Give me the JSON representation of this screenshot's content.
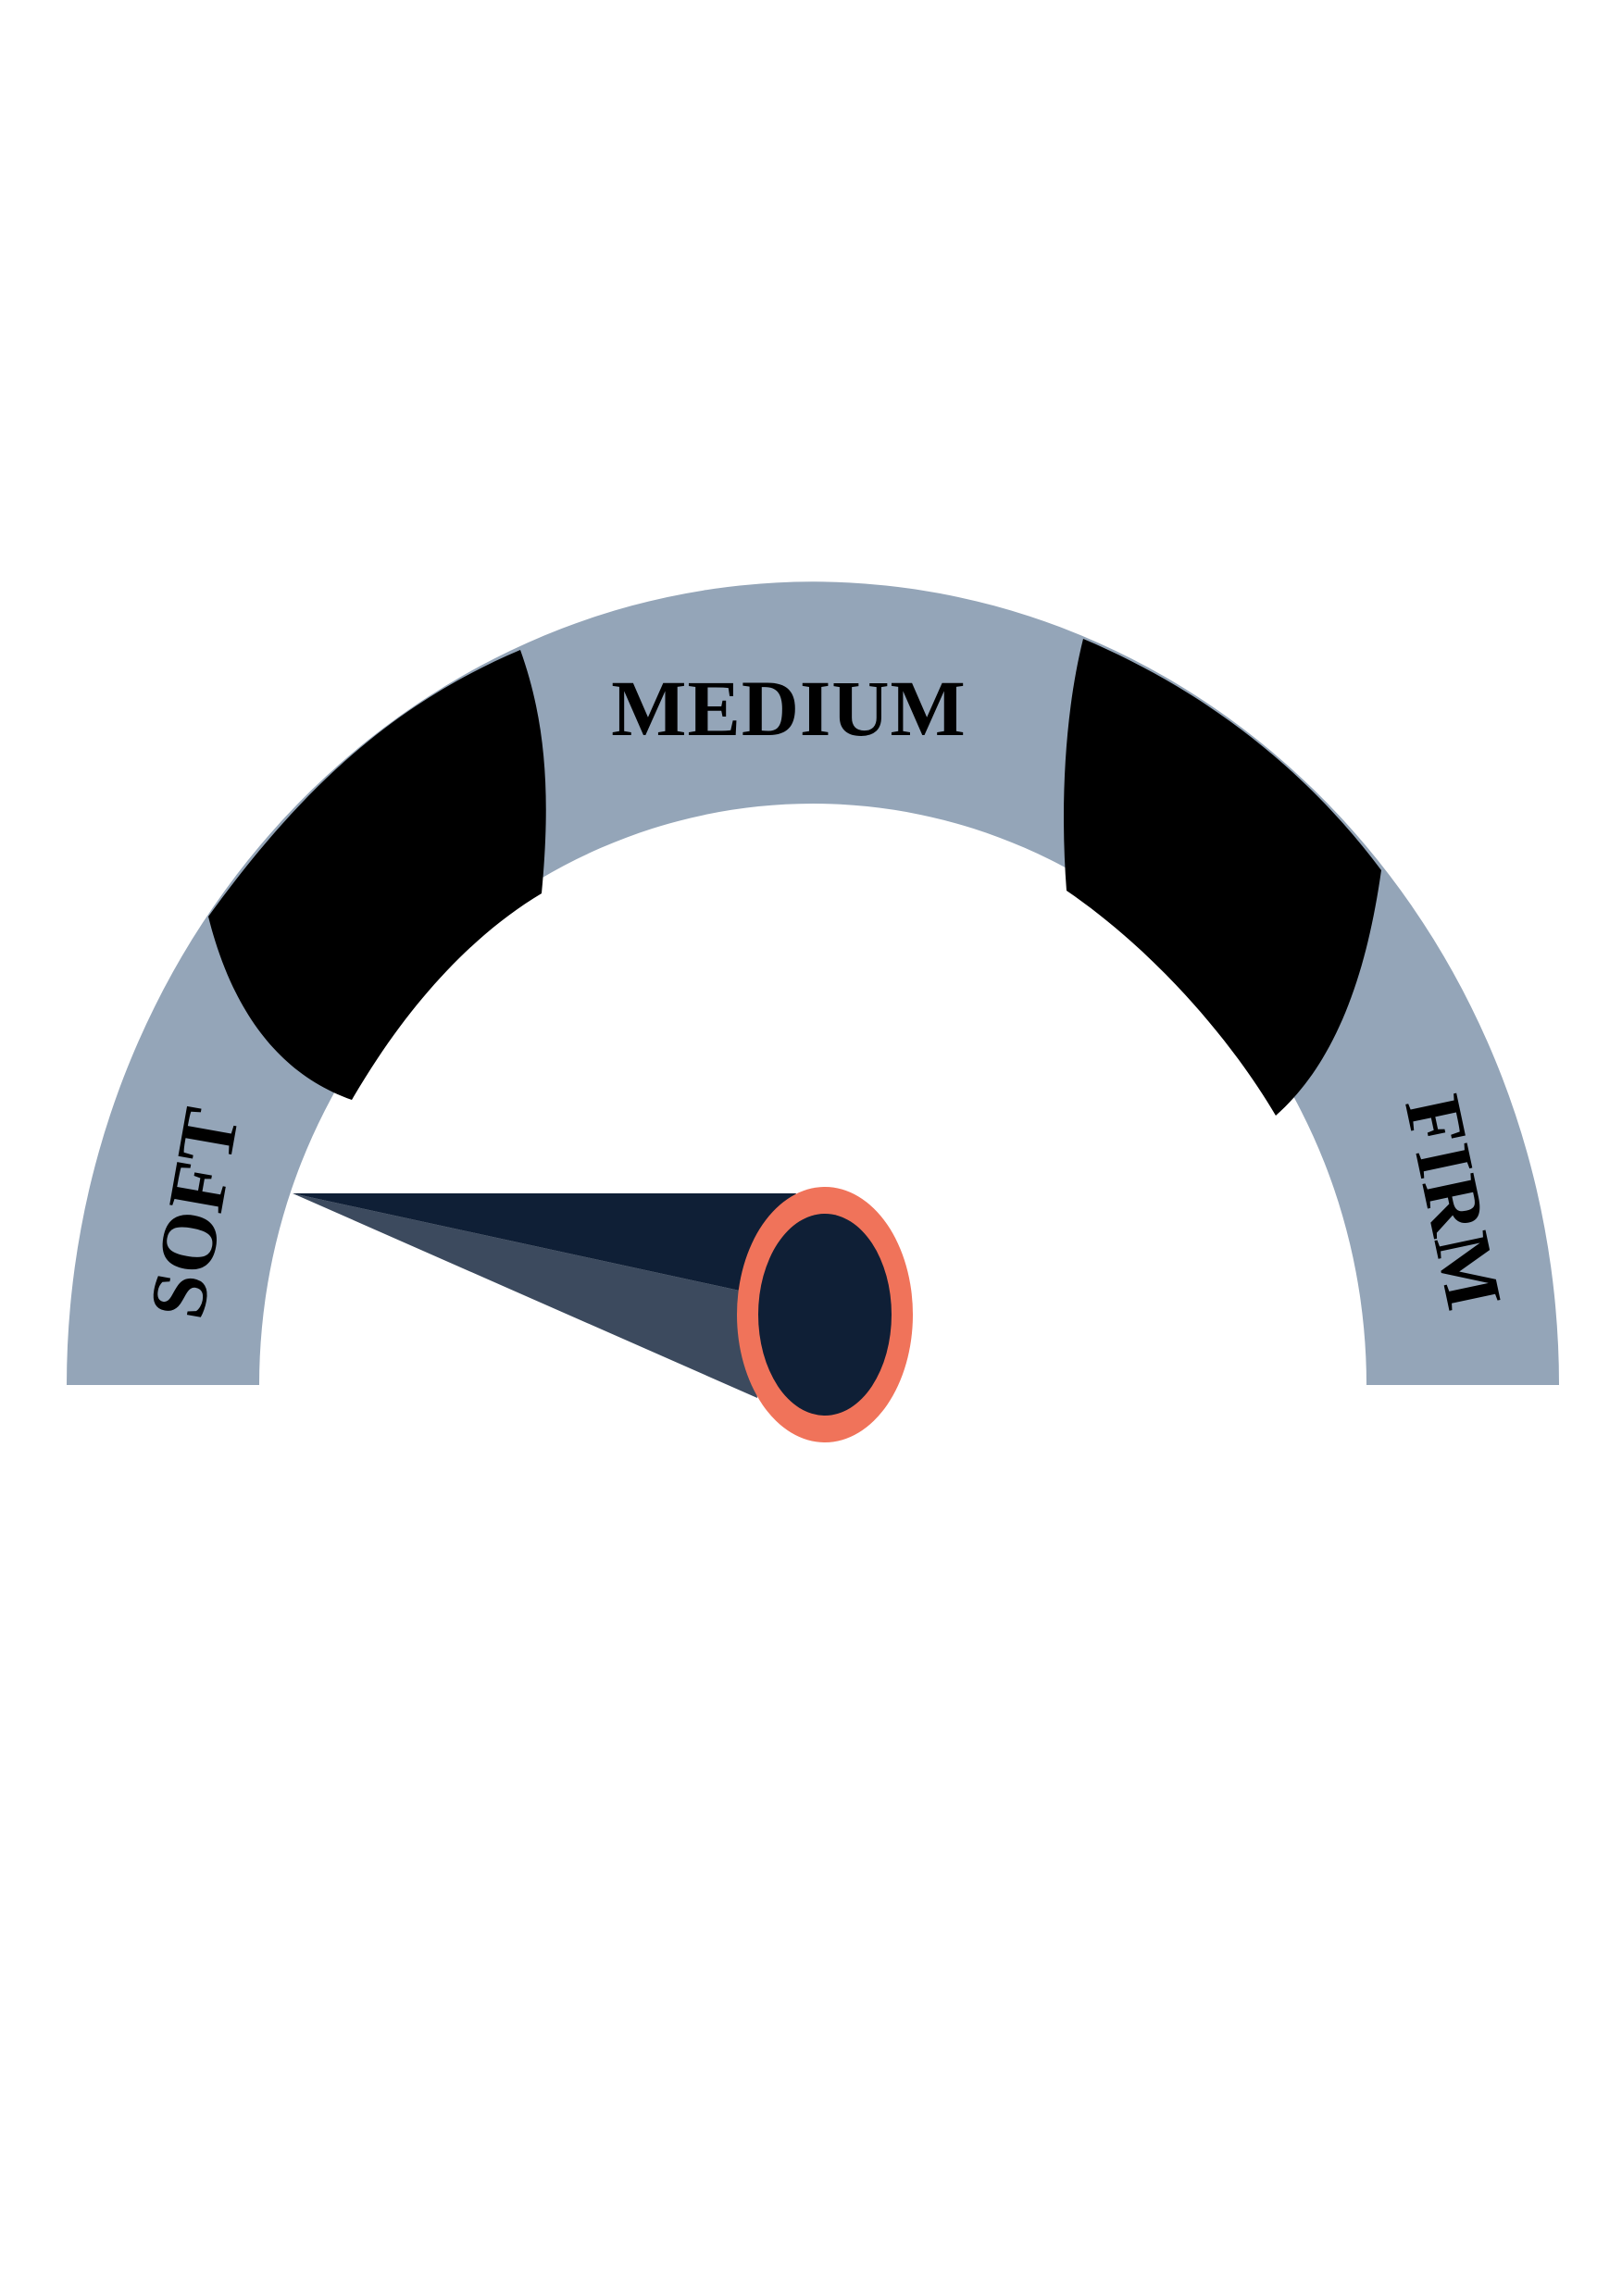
{
  "gauge": {
    "labels": {
      "soft": "SOFT",
      "medium": "MEDIUM",
      "firm": "FIRM"
    },
    "pointer_zone": "soft",
    "colors": {
      "background": "#ffffff",
      "band_light": "#94a5b8",
      "band_dark": "#000000",
      "needle_dark": "#0f1f36",
      "needle_light": "#3c4a5e",
      "hub_ring": "#f0735a",
      "hub_center": "#0f1f36"
    }
  }
}
